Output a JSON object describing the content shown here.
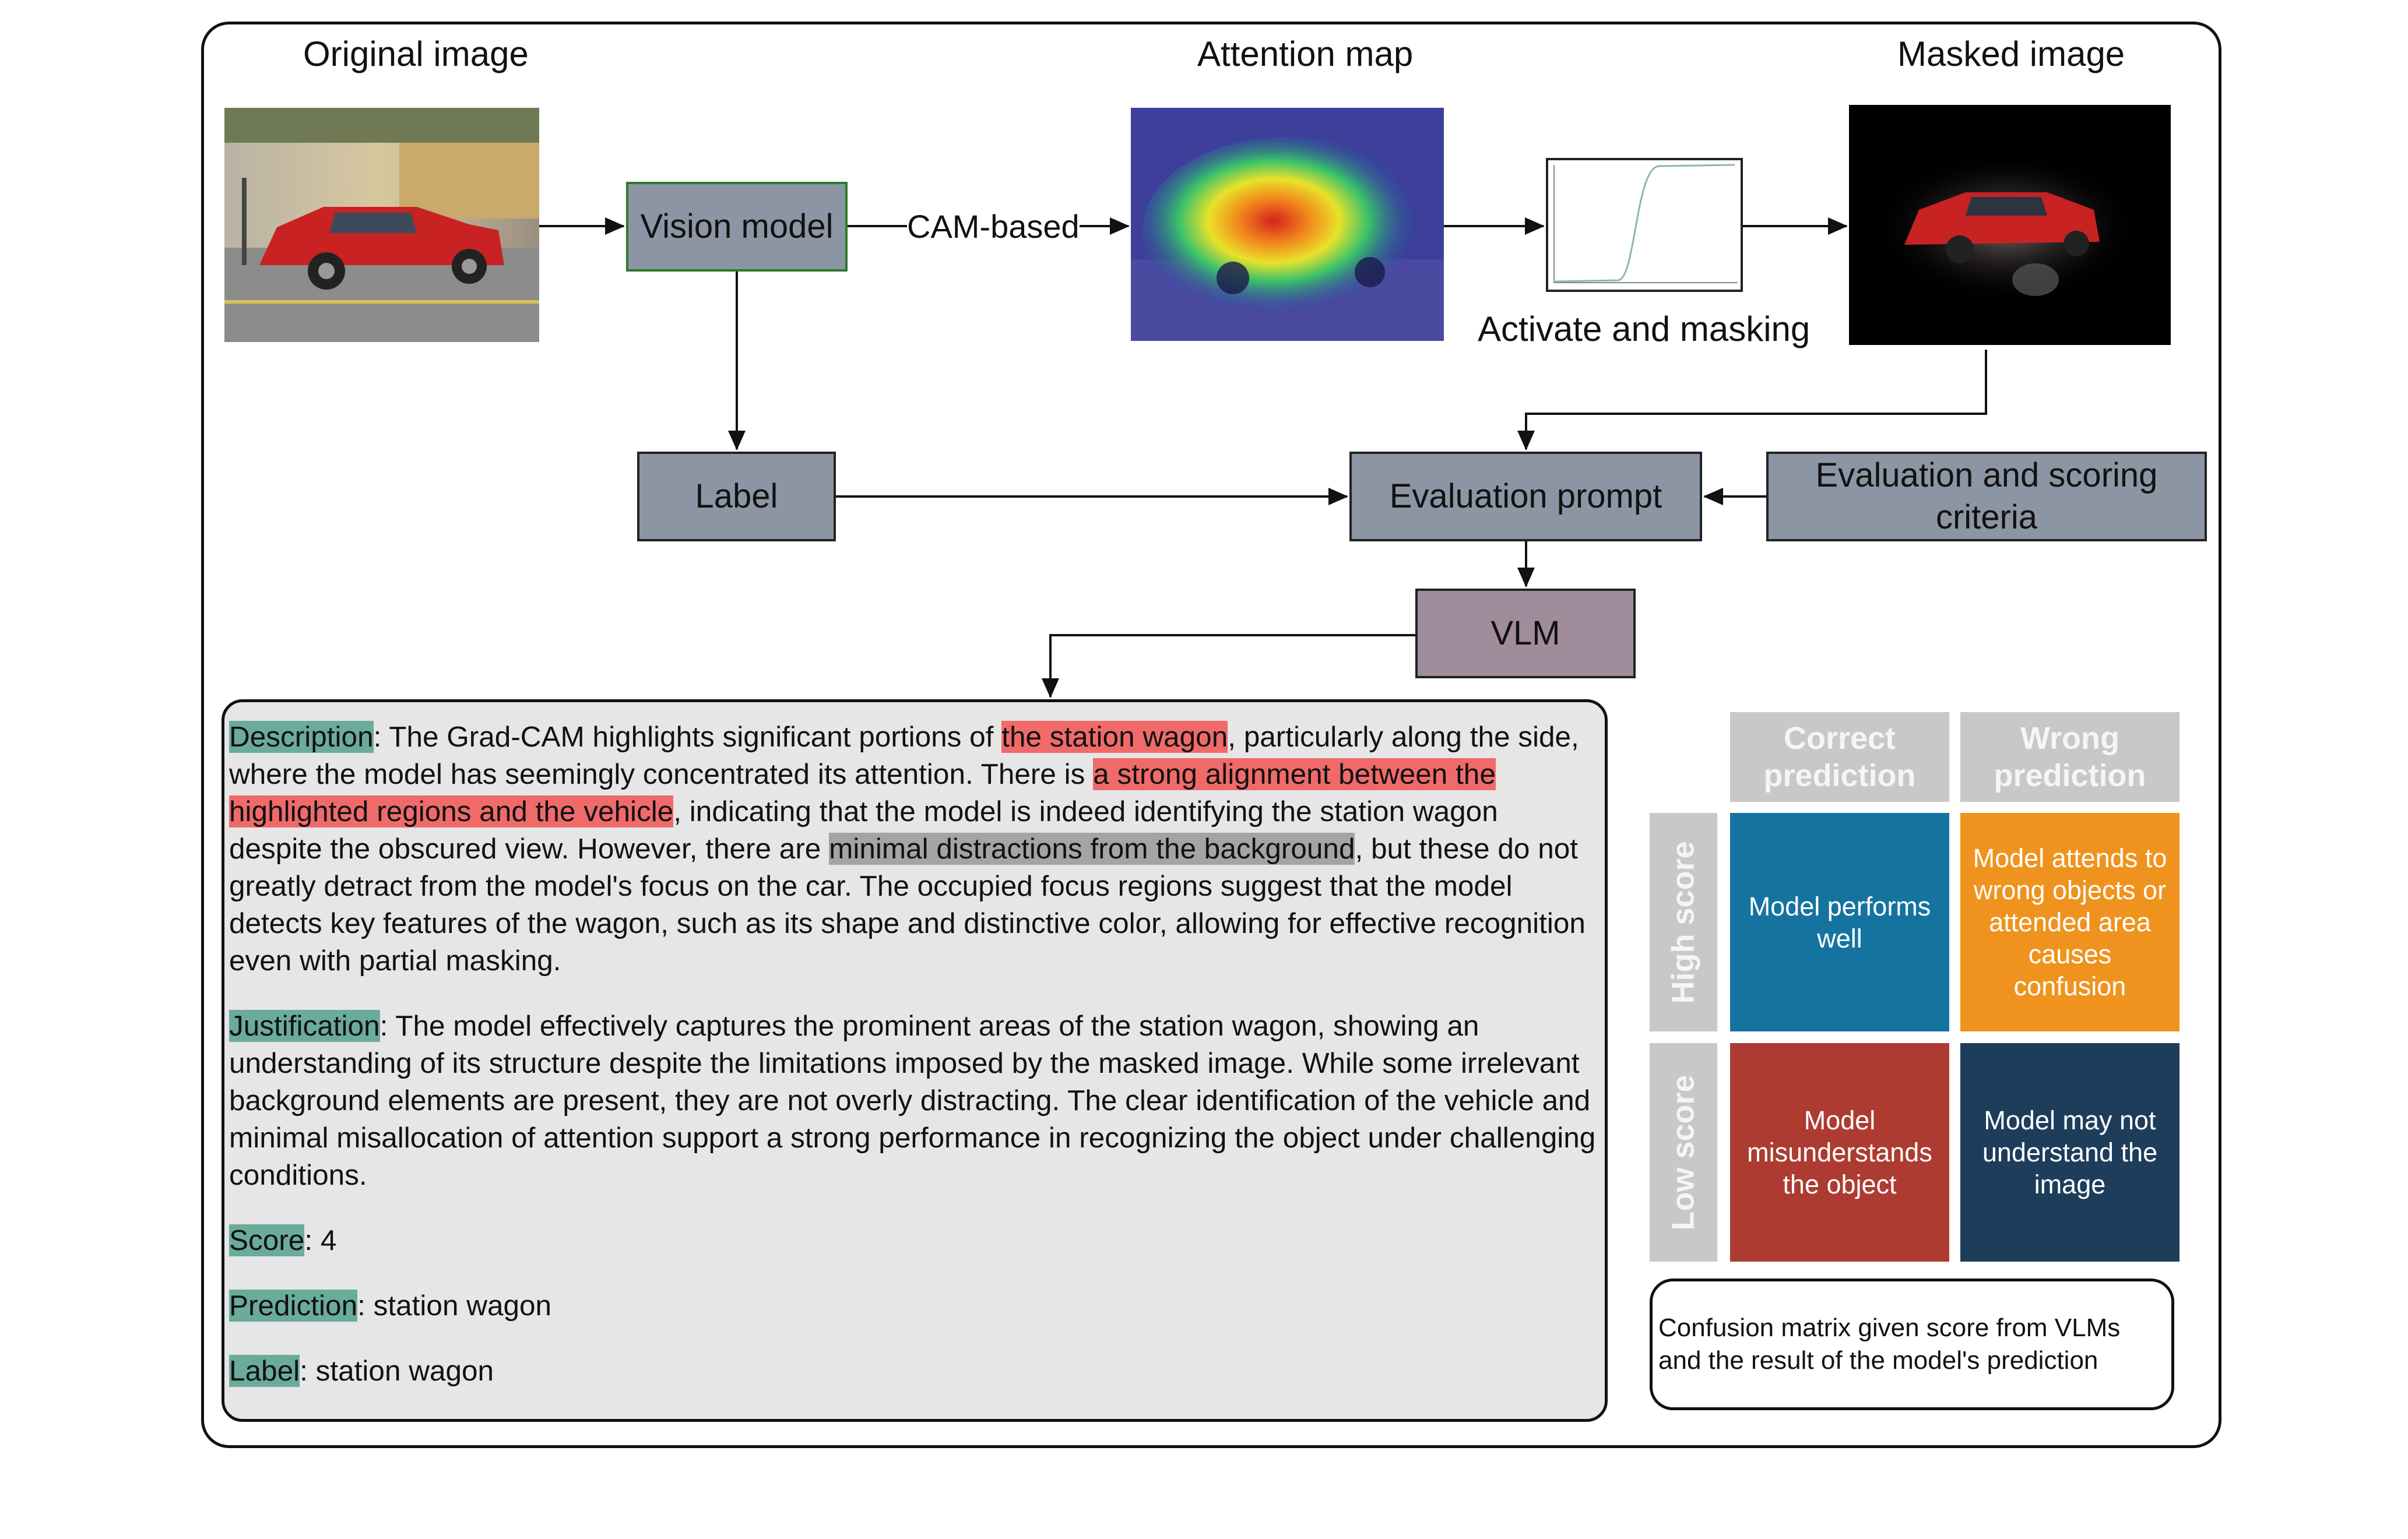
{
  "captions": {
    "original_image": "Original image",
    "attention_map": "Attention map",
    "masked_image": "Masked image",
    "activate_masking": "Activate and masking"
  },
  "boxes": {
    "vision_model": "Vision model",
    "label": "Label",
    "evaluation_prompt": "Evaluation prompt",
    "criteria": "Evaluation and scoring criteria",
    "vlm": "VLM"
  },
  "edge_labels": {
    "cam_based": "CAM-based"
  },
  "colors": {
    "box_gray": "#8c95a4",
    "vlm_purple": "#a08c9a",
    "highlight_key": "#6aab9c",
    "highlight_red": "#f06a6a",
    "highlight_gray": "#a4a4a4",
    "cell_blue": "#1573a0",
    "cell_orange": "#f0931e",
    "cell_red": "#ad3b31",
    "cell_navy": "#1e3d5a",
    "header_gray": "#c8c8c8"
  },
  "output_text": {
    "description_key": "Description",
    "description_1": ": The Grad-CAM highlights significant portions of ",
    "description_hl_1": "the station wagon",
    "description_2": ", particularly along the side, where the model has seemingly concentrated its attention. There is ",
    "description_hl_2": "a strong alignment between the highlighted regions and the vehicle",
    "description_3": ", indicating that the model is indeed identifying the station wagon despite the obscured view. However, there are ",
    "description_hl_3": "minimal distractions from the background",
    "description_4": ", but these do not greatly detract from the model's focus on the car. The occupied focus regions suggest that the model detects key features of the wagon, such as its shape and distinctive color, allowing for effective recognition even with partial masking.",
    "justification_key": "Justification",
    "justification": ": The model effectively captures the prominent areas of the station wagon, showing an understanding of its structure despite the limitations imposed by the masked image. While some irrelevant background elements are present, they are not overly distracting. The clear identification of the vehicle and minimal misallocation of attention support a strong performance in recognizing the object under challenging conditions.",
    "score_key": "Score",
    "score": ": 4",
    "prediction_key": "Prediction",
    "prediction": ": station wagon",
    "label_key": "Label",
    "label": ": station wagon"
  },
  "confusion_matrix": {
    "col_correct": "Correct prediction",
    "col_wrong": "Wrong prediction",
    "row_high": "High score",
    "row_low": "Low score",
    "cells": {
      "high_correct": "Model performs well",
      "high_wrong": "Model attends to wrong objects or attended area causes confusion",
      "low_correct": "Model misunderstands the object",
      "low_wrong": "Model may not understand the image"
    },
    "legend": "Confusion matrix given score from VLMs and the result of the model's prediction"
  }
}
